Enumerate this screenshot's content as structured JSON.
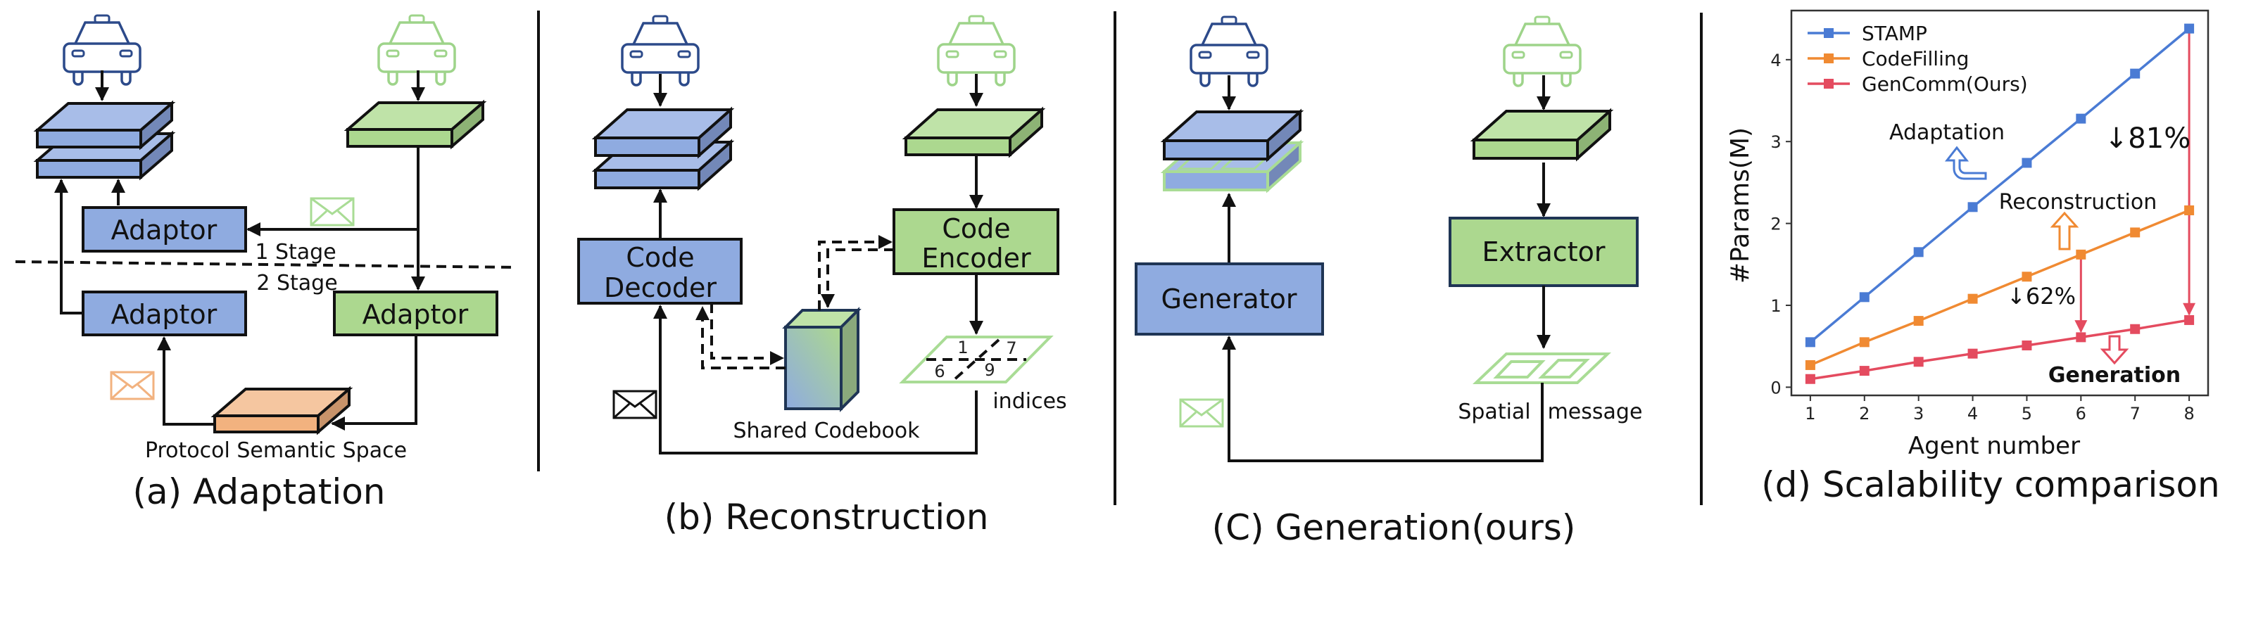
{
  "panel_a": {
    "caption": "(a) Adaptation",
    "adaptor_top": "Adaptor",
    "adaptor_bottom_left": "Adaptor",
    "adaptor_bottom_right": "Adaptor",
    "stage1": "1 Stage",
    "stage2": "2 Stage",
    "space_label": "Protocol Semantic Space"
  },
  "panel_b": {
    "caption": "(b) Reconstruction",
    "decoder_line1": "Code",
    "decoder_line2": "Decoder",
    "encoder_line1": "Code",
    "encoder_line2": "Encoder",
    "codebook_label": "Shared Codebook",
    "indices_label": "indices",
    "index_values": [
      "1",
      "7",
      "6",
      "9"
    ]
  },
  "panel_c": {
    "caption": "(C) Generation(ours)",
    "generator": "Generator",
    "extractor": "Extractor",
    "message_label_1": "Spatial",
    "message_label_2": "message"
  },
  "colors": {
    "ego_blue": "#8fabe0",
    "other_green": "#acd88f",
    "protocol_orange": "#f2b27f",
    "stamp": "#4a7bd4",
    "codefilling": "#f08a32",
    "gencomm": "#e44b5f"
  },
  "chart_data": {
    "type": "line",
    "caption": "(d) Scalability comparison",
    "xlabel": "Agent number",
    "ylabel": "#Params(M)",
    "x": [
      1,
      2,
      3,
      4,
      5,
      6,
      7,
      8
    ],
    "xticks": [
      "1",
      "2",
      "3",
      "4",
      "5",
      "6",
      "7",
      "8"
    ],
    "yticks": [
      "0",
      "1",
      "2",
      "3",
      "4"
    ],
    "ylim": [
      -0.1,
      4.6
    ],
    "xlim": [
      0.65,
      8.35
    ],
    "legend_position": "top-left",
    "grid": false,
    "series": [
      {
        "name": "STAMP",
        "color": "#4a7bd4",
        "values": [
          0.55,
          1.1,
          1.65,
          2.2,
          2.74,
          3.28,
          3.83,
          4.38
        ]
      },
      {
        "name": "CodeFilling",
        "color": "#f08a32",
        "values": [
          0.27,
          0.55,
          0.81,
          1.08,
          1.35,
          1.62,
          1.89,
          2.16
        ]
      },
      {
        "name": "GenComm(Ours)",
        "color": "#e44b5f",
        "values": [
          0.1,
          0.2,
          0.31,
          0.41,
          0.51,
          0.61,
          0.71,
          0.82
        ]
      }
    ],
    "annotations": {
      "adaptation": "Adaptation",
      "reconstruction": "Reconstruction",
      "generation": "Generation",
      "reduction_8": "↓81%",
      "reduction_6": "↓62%"
    }
  }
}
